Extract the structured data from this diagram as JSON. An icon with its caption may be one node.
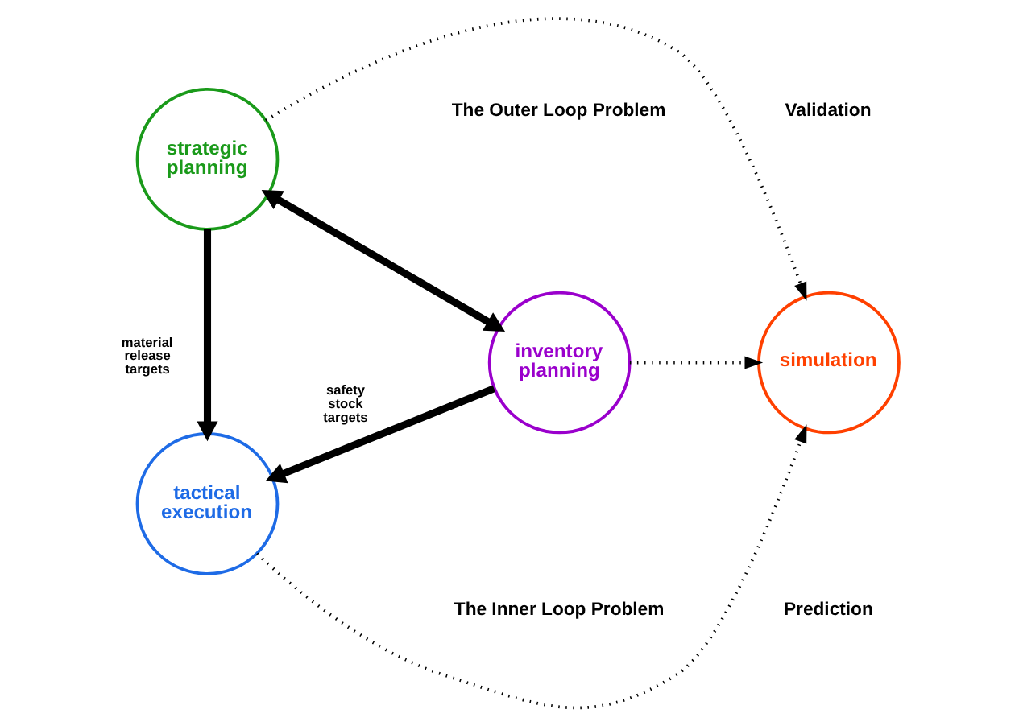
{
  "diagram": {
    "nodes": [
      {
        "text": [
          "strategic planning"
        ]
      },
      {
        "text": [
          "inventory planning"
        ]
      },
      {
        "text": [
          "tactical execution"
        ]
      },
      {
        "text": [
          "simulation"
        ]
      }
    ],
    "edges": [
      {
        "from": 0,
        "to": 3,
        "arrow": "to",
        "style": "dashed"
      },
      {
        "from": 0,
        "to": 1,
        "arrow": "both",
        "style": "thick"
      },
      {
        "from": 0,
        "to": 2,
        "arrow": "to",
        "style": "thick",
        "label": "material release targets"
      },
      {
        "from": 1,
        "to": 2,
        "arrow": "to",
        "style": "thick",
        "label": "safety stock targets"
      },
      {
        "from": 1,
        "to": 3,
        "arrow": "to",
        "style": "dashed"
      },
      {
        "from": 2,
        "to": 3,
        "arrow": "to",
        "style": "dashed"
      }
    ],
    "labels": [
      "The Outer Loop Problem",
      "Validation",
      "Prediction",
      "The Inner Loop Problem"
    ]
  }
}
